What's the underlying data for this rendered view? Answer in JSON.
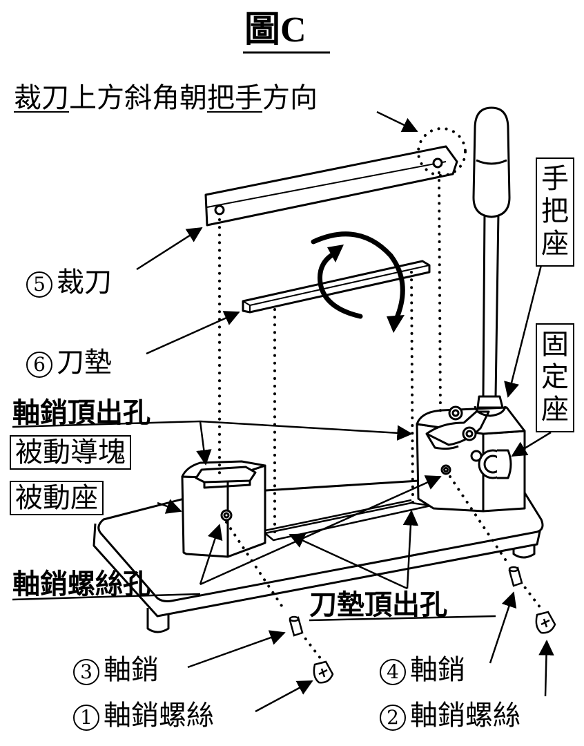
{
  "title": "圖C",
  "top_note": {
    "underlined_1": "裁刀",
    "middle": "上方斜角朝",
    "underlined_2": "把手",
    "end": "方向"
  },
  "labels": {
    "blade": {
      "num": "5",
      "text": "裁刀"
    },
    "blade_pad": {
      "num": "6",
      "text": "刀墊"
    },
    "pin_eject_hole": "軸銷頂出孔",
    "driven_guide_block": "被動導塊",
    "driven_seat": "被動座",
    "pin_screw_hole": "軸銷螺絲孔",
    "pad_eject_hole": "刀墊頂出孔",
    "handle_seat": [
      "手",
      "把",
      "座"
    ],
    "fixed_seat": [
      "固",
      "定",
      "座"
    ],
    "pin_3": {
      "num": "3",
      "text": "軸銷"
    },
    "pin_4": {
      "num": "4",
      "text": "軸銷"
    },
    "screw_1": {
      "num": "1",
      "text": "軸銷螺絲"
    },
    "screw_2": {
      "num": "2",
      "text": "軸銷螺絲"
    }
  }
}
